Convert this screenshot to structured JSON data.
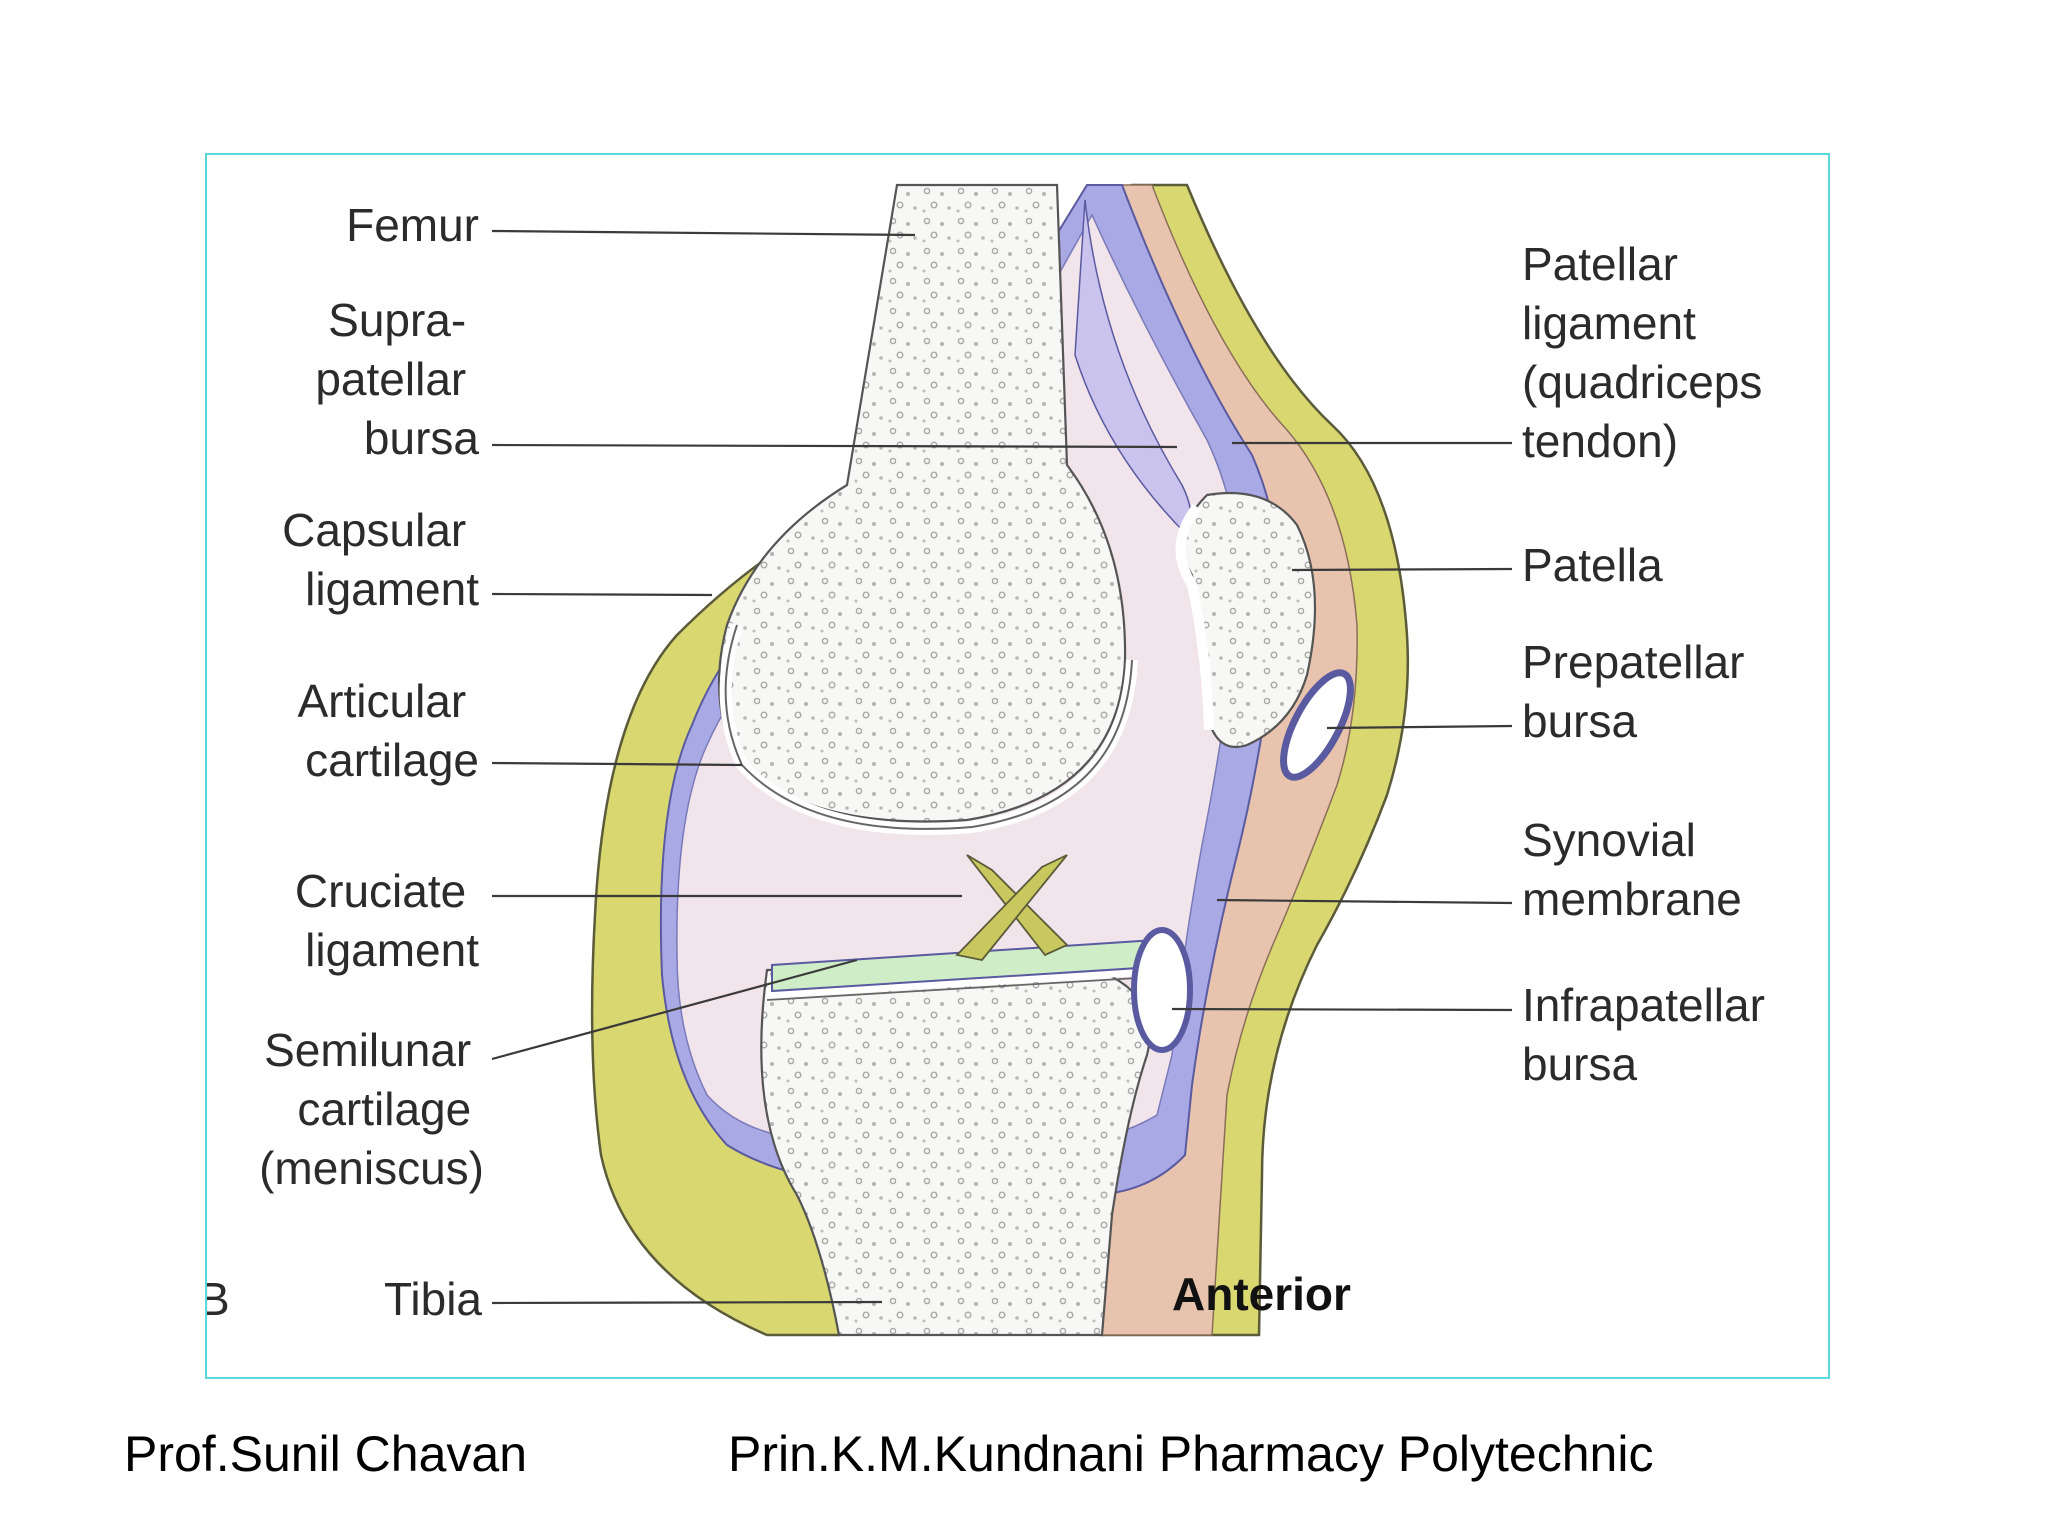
{
  "labels": {
    "femur": "Femur",
    "suprapatellar_bursa": [
      "Supra-",
      "patellar",
      "bursa"
    ],
    "capsular_ligament": [
      "Capsular",
      "ligament"
    ],
    "articular_cartilage": [
      "Articular",
      "cartilage"
    ],
    "cruciate_ligament": [
      "Cruciate",
      "ligament"
    ],
    "semilunar_cartilage": [
      "Semilunar",
      "cartilage",
      "(meniscus)"
    ],
    "figure_letter": "B",
    "tibia": "Tibia",
    "anterior": "Anterior",
    "patellar_ligament": [
      "Patellar",
      "ligament",
      "(quadriceps",
      "tendon)"
    ],
    "patella": "Patella",
    "prepatellar_bursa": [
      "Prepatellar",
      "bursa"
    ],
    "synovial_membrane": [
      "Synovial",
      "membrane"
    ],
    "infrapatellar_bursa": [
      "Infrapatellar",
      "bursa"
    ]
  },
  "footer": {
    "author": "Prof.Sunil Chavan",
    "institution": "Prin.K.M.Kundnani Pharmacy Polytechnic"
  },
  "colors": {
    "frame": "#5ad8dc",
    "bone": "#f7f7f5",
    "skin_layer": "#d9d770",
    "synovial": "#a9a9e6",
    "joint_cavity": "#f1e4ea",
    "tendon": "#e8c4ae",
    "meniscus": "#cfeec8",
    "cruciate": "#c9c85e"
  }
}
